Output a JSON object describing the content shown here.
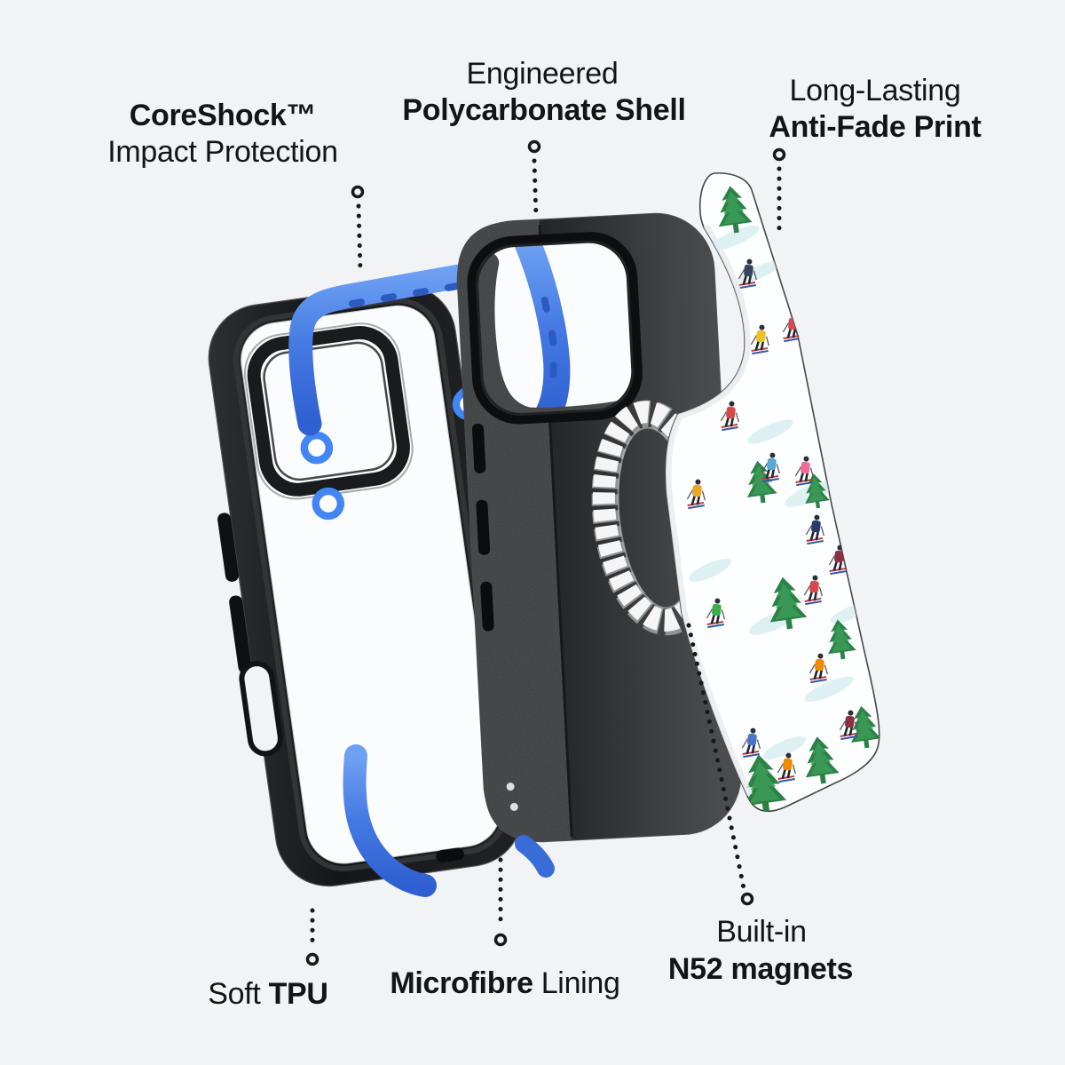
{
  "image_type": "product-exploded-view",
  "product": "protective phone case with printed back plate",
  "background_color": "#f2f3f5",
  "colors": {
    "accent_blue": "#4479e3",
    "accent_blue_dark": "#2b55b8",
    "case_black": "#1a1b1d",
    "shell_gray_highlight": "#4a4c4e",
    "microfibre_gray": "#38393b",
    "magnet_ring_segment": "#f4f5f4",
    "plate_white": "#fdfeff",
    "tree_green": "#2a8244",
    "snow_trail_blue": "#cbe7ec",
    "leader_dot_color": "#17181a",
    "label_text_color": "#131417"
  },
  "callouts": {
    "coreshock": {
      "line1": "CoreShock™",
      "line2": "Impact Protection",
      "bold_part": "line1",
      "leader": "dotted-line-down-to-blue-insert"
    },
    "shell": {
      "line1": "Engineered",
      "line2": "Polycarbonate Shell",
      "bold_part": "line2",
      "leader": "dotted-line-down-to-black-shell"
    },
    "print": {
      "line1": "Long-Lasting",
      "line2": "Anti-Fade Print",
      "bold_part": "line2",
      "leader": "dotted-line-down-to-printed-plate"
    },
    "tpu": {
      "word1": "Soft",
      "word2": "TPU",
      "bold_part": "word2",
      "leader": "dotted-line-up-to-bumper-bottom"
    },
    "lining": {
      "word1": "Microfibre",
      "word2": "Lining",
      "bold_part": "word1",
      "leader": "dotted-line-up-to-lining-edge"
    },
    "magnets": {
      "line1": "Built-in",
      "line2": "N52 magnets",
      "bold_part": "line2",
      "leader": "curved-dotted-line-up-to-magnet-ring"
    }
  },
  "illustration_parts": [
    "tpu-bumper-frame-with-clear-back",
    "blue-coreshock-insert",
    "black-polycarbonate-shell-with-microfibre-lining",
    "magsafe-n52-magnet-ring",
    "printed-back-plate-ski-pattern"
  ],
  "pattern_description": "winter scene with pine trees and skiers in red, yellow, green, pink, orange and navy jackets on snow"
}
